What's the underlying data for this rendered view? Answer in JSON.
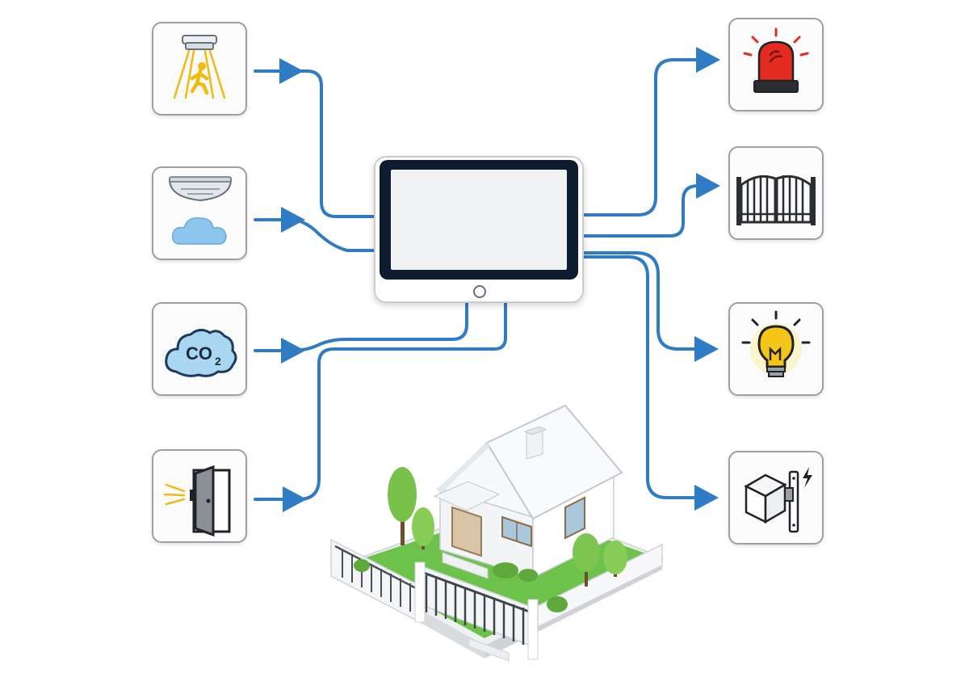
{
  "inputs": [
    {
      "id": "motion-sensor",
      "icon": "motion-sensor-icon"
    },
    {
      "id": "smoke-detector",
      "icon": "smoke-detector-icon"
    },
    {
      "id": "co2-sensor",
      "icon": "co2-cloud-icon",
      "label_main": "CO",
      "label_sub": "2"
    },
    {
      "id": "door-sensor",
      "icon": "door-sensor-icon"
    }
  ],
  "outputs": [
    {
      "id": "alarm-siren",
      "icon": "siren-icon"
    },
    {
      "id": "gate",
      "icon": "gate-icon"
    },
    {
      "id": "light",
      "icon": "light-bulb-icon"
    },
    {
      "id": "door-lock",
      "icon": "electric-lock-icon"
    }
  ],
  "center": {
    "icon": "control-panel-tablet-icon"
  },
  "house": {
    "icon": "house-illustration"
  },
  "colors": {
    "connector": "#2f7cc4",
    "arrow": "#2f7cc4",
    "card_border": "#9aa0a6",
    "siren_red": "#e32b22",
    "bulb_yellow": "#f5c518",
    "co2_cloud": "#a9d6f0",
    "smoke_cloud": "#8cc6ec",
    "grass": "#6cc24a",
    "tree": "#77c24a"
  }
}
